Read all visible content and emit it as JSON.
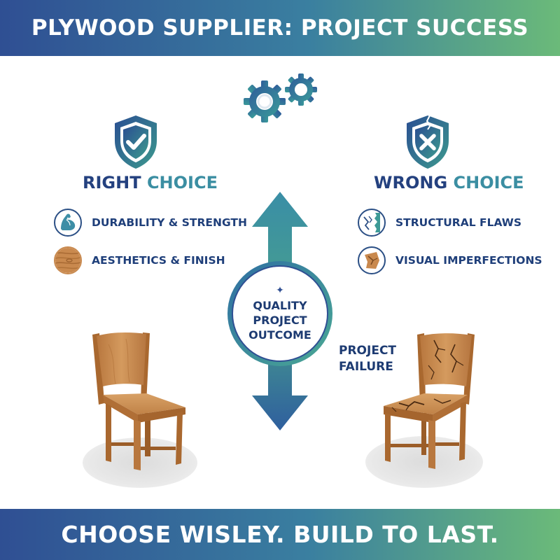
{
  "header": {
    "title": "PLYWOOD SUPPLIER: PROJECT SUCCESS"
  },
  "right_choice": {
    "title_word1": "RIGHT",
    "title_word2": "CHOICE",
    "features": [
      {
        "label": "DURABILITY & STRENGTH",
        "icon": "flexed-arm-icon"
      },
      {
        "label": "AESTHETICS & FINISH",
        "icon": "wood-grain-icon"
      }
    ]
  },
  "wrong_choice": {
    "title_word1": "WRONG",
    "title_word2": "CHOICE",
    "features": [
      {
        "label": "STRUCTURAL FLAWS",
        "icon": "cracked-panel-icon"
      },
      {
        "label": "VISUAL IMPERFECTIONS",
        "icon": "damaged-wood-icon"
      }
    ]
  },
  "center": {
    "line1": "QUALITY",
    "line2": "PROJECT",
    "line3": "OUTCOME"
  },
  "failure_label": {
    "line1": "PROJECT",
    "line2": "FAILURE"
  },
  "footer": {
    "tagline": "CHOOSE WISLEY. BUILD TO LAST."
  },
  "colors": {
    "navy": "#24417f",
    "teal": "#3b8ea2",
    "green": "#6bba79",
    "wood": "#c98a4f"
  }
}
